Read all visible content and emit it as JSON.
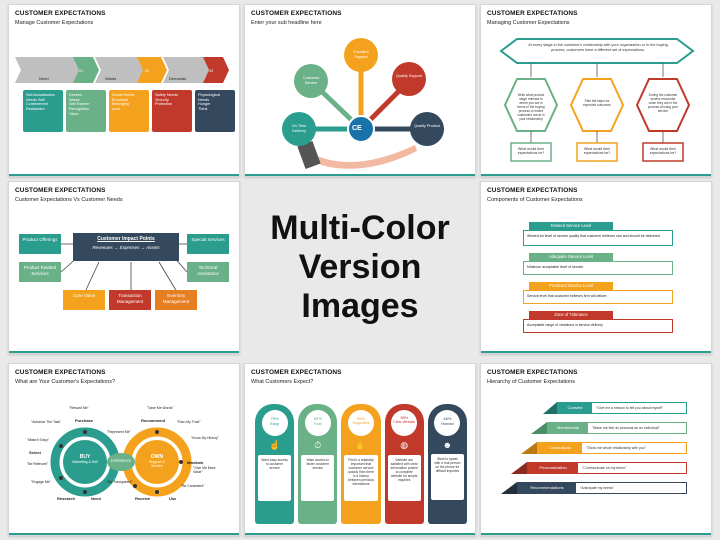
{
  "center": {
    "line1": "Multi-Color",
    "line2": "Version Images"
  },
  "slides": {
    "s1": {
      "title": "CUSTOMER EXPECTATIONS",
      "subtitle": "Manage Customer Expectations",
      "steps": [
        "Need",
        "01",
        "Wants",
        "02",
        "Demands",
        "03"
      ],
      "lists": [
        [
          "Self Actualisation",
          "Needs Self Contentment",
          "Realisation"
        ],
        [
          "Desires",
          "Wants",
          "Self Esteem",
          "Recognition",
          "Value"
        ],
        [
          "Social Needs",
          "Emotions",
          "Belonging",
          "Love"
        ],
        [
          "Safety Needs",
          "Security",
          "Protection"
        ],
        [
          "Physiological Needs",
          "Hunger",
          "Thirst"
        ]
      ]
    },
    "s2": {
      "title": "CUSTOMER EXPECTATIONS",
      "subtitle": "Enter your sub headline here",
      "center": "CE",
      "nodes": [
        "On-Time Delivery",
        "Customer Service",
        "Excellent Support",
        "Quality Support",
        "Quality Product"
      ]
    },
    "s3": {
      "title": "CUSTOMER EXPECTATIONS",
      "subtitle": "Managing Customer Expectations",
      "banner": "At every stage in the customer's relationship with your organization or in the buying process, customers have a different set of expectations.",
      "hexes": [
        "Write what product stage relevant to where you are in terms of the buying process or where customers are at in your relationship",
        "Plan the steps for expected outcomes",
        "During the customer service encounter when they are in the process of using your service"
      ],
      "questions": [
        "What would their expectations be?",
        "What would their expectations be?",
        "What would their expectations be?"
      ]
    },
    "s4": {
      "title": "CUSTOMER EXPECTATIONS",
      "subtitle": "Customer Expectations Vs Customer Needs",
      "center_title": "Customer Impact Points",
      "center_sub": "Revenues → Expenses → Assets",
      "boxes": [
        "Product Offerings",
        "Product Related Services",
        "Core Value",
        "Transaction Management",
        "Inventory Management",
        "Technical Assistance",
        "Special Services"
      ]
    },
    "s5": {
      "title": "CUSTOMER EXPECTATIONS",
      "subtitle": "Components of Customer Expectations",
      "levels": [
        {
          "name": "Desired Service Level",
          "text": "Wished-for level of service quality that customer believes can and should be delivered",
          "color": "#2a9d8f"
        },
        {
          "name": "Adequate Service Level",
          "text": "Minimum acceptable level of service",
          "color": "#6ab187"
        },
        {
          "name": "Predicted Service Level",
          "text": "Service level that customer believes firm will deliver",
          "color": "#f4a21d"
        },
        {
          "name": "Zone of Tolerance",
          "text": "Acceptable range of variations in service delivery",
          "color": "#c0392b"
        }
      ]
    },
    "s6": {
      "title": "CUSTOMER EXPECTATIONS",
      "subtitle": "What are Your Customer's Expectations?",
      "left": {
        "title": "BUY",
        "sub": "Marketing & Sell"
      },
      "right": {
        "title": "OWN",
        "sub": "Support & Service"
      },
      "mid": "EXPERIENCE",
      "labels": [
        "Purchase",
        "Select",
        "Research",
        "Need",
        "Recommend",
        "Maintain",
        "Receive",
        "Use",
        "\"Reward Me\"",
        "\"Save Me Words\"",
        "\"Advance The Task\"",
        "\"Make It Easy\"",
        "\"Be Relevant\"",
        "\"Engage Me\"",
        "\"Be Transparent\"",
        "\"Be Consistent\"",
        "\"Know My History\"",
        "\"Earn My Trust\"",
        "\"Give Me More Value\"",
        "\"Represent Me\""
      ]
    },
    "s7": {
      "title": "CUSTOMER EXPECTATIONS",
      "subtitle": "What Customers Expect?",
      "cards": [
        {
          "pct": "75%",
          "name": "Easy",
          "text": "Want easy access to customer service",
          "color": "#2a9d8f"
        },
        {
          "pct": "69%",
          "name": "Fast",
          "text": "Want access to faster customer service",
          "color": "#6ab187"
        },
        {
          "pct": "55%",
          "name": "Supportive",
          "text": "Find it a relatively important that customer service quickly then there is a history between previous interactions",
          "color": "#f4a21d"
        },
        {
          "pct": "38%",
          "name": "Clear Website",
          "text": "Website are satisfied with clear information posted to complete website for simple inquiries",
          "color": "#c0392b"
        },
        {
          "pct": "46%",
          "name": "Human",
          "text": "Want to speak with a real person on the phone for difficult inquiries",
          "color": "#34495e"
        }
      ]
    },
    "s8": {
      "title": "CUSTOMER EXPECTATIONS",
      "subtitle": "Hierarchy of Customer Expectations",
      "tiers": [
        {
          "name": "Consent",
          "quote": "\"Give me a reason to tell you about myself\"",
          "color": "#2a9d8f"
        },
        {
          "name": "Membership",
          "quote": "\"Make me feel as personal as an individual\"",
          "color": "#6ab187"
        },
        {
          "name": "Conclusions",
          "quote": "\"Show me whole relationship with you\"",
          "color": "#f4a21d"
        },
        {
          "name": "Personalization",
          "quote": "\"Communicate on my terms\"",
          "color": "#c0392b"
        },
        {
          "name": "Recommendations",
          "quote": "\"Anticipate my needs\"",
          "color": "#34495e"
        }
      ]
    }
  }
}
